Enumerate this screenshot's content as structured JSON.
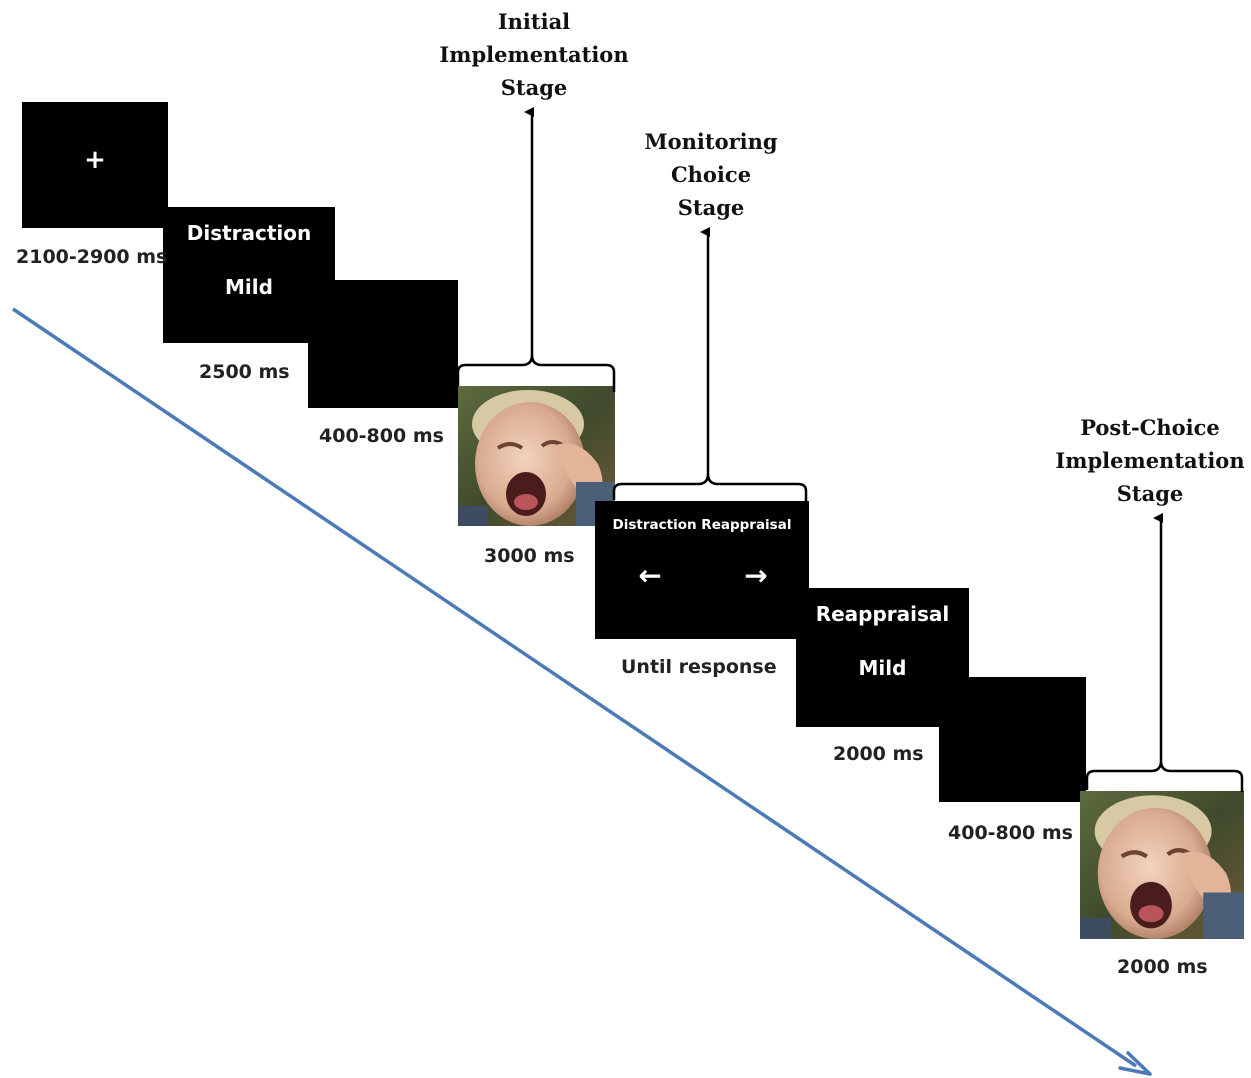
{
  "colors": {
    "screen": "#000000",
    "screen_text": "#ffffff",
    "label": "#222222",
    "time_arrow": "#4a7ab8",
    "bracket": "#000000"
  },
  "screens": {
    "fixation": {
      "symbol": "+"
    },
    "cue1": {
      "strategy": "Distraction",
      "intensity": "Mild"
    },
    "choice": {
      "option_left": "Distraction",
      "option_right": "Reappraisal",
      "left_arrow": "←",
      "right_arrow": "→"
    },
    "cue2": {
      "strategy": "Reappraisal",
      "intensity": "Mild"
    }
  },
  "durations": {
    "fixation": "2100-2900 ms",
    "cue1": "2500 ms",
    "blank1": "400-800 ms",
    "picture1": "3000 ms",
    "choice": "Until response",
    "cue2": "2000 ms",
    "blank2": "400-800 ms",
    "picture2": "2000 ms"
  },
  "stages": {
    "initial": [
      "Initial",
      "Implementation",
      "Stage"
    ],
    "monitoring": [
      "Monitoring",
      "Choice",
      "Stage"
    ],
    "post_choice": [
      "Post-Choice",
      "Implementation",
      "Stage"
    ]
  }
}
